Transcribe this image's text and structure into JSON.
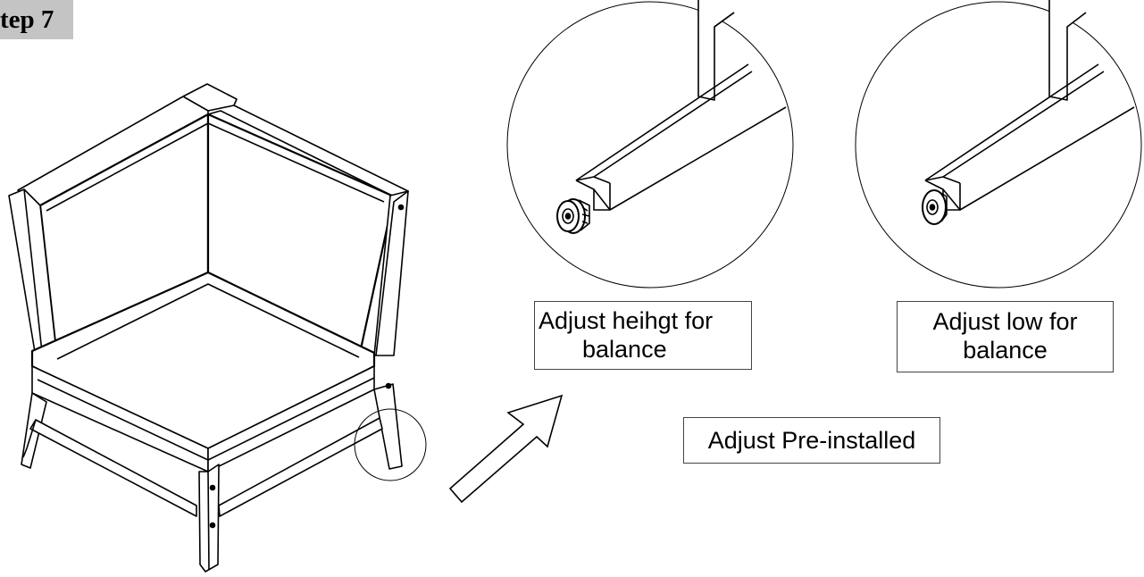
{
  "step": {
    "label": "tep 7"
  },
  "callouts": {
    "adjust_high": {
      "line1": "Adjust heihgt for",
      "line2": "balance"
    },
    "adjust_low": {
      "line1": "Adjust low for",
      "line2": "balance"
    },
    "adjust_preinstalled": {
      "text": "Adjust Pre-installed"
    }
  },
  "icons": {
    "chair": "corner-chair-illustration",
    "detail_high": "leg-foot-extended-detail",
    "detail_low": "leg-foot-retracted-detail",
    "arrow": "outline-arrow-icon"
  },
  "colors": {
    "line": "#000000",
    "label_bg": "#c4c4c4",
    "box_border": "#444444"
  }
}
